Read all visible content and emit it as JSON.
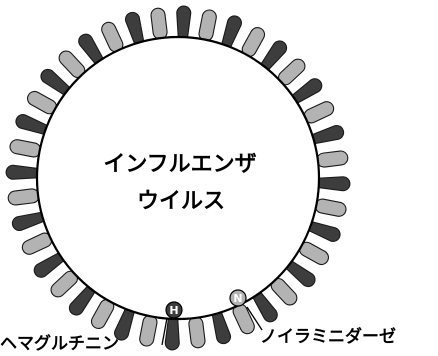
{
  "virus": {
    "title_line1": "インフルエンザ",
    "title_line2": "ウイルス"
  },
  "spikes": {
    "types": [
      "hemagglutinin-spike",
      "neuraminidase-spike"
    ],
    "colors": {
      "hemagglutinin": "#3d3d3d",
      "neuraminidase": "#b3b3b3",
      "outline": "#1a1a1a",
      "membrane": "#000000"
    }
  },
  "markers": [
    {
      "letter": "H",
      "fill": "#3d3d3d",
      "text_color": "#ffffff"
    },
    {
      "letter": "N",
      "fill": "#b3b3b3",
      "text_color": "#ffffff"
    }
  ],
  "labels": {
    "hemagglutinin": "ヘマグルチニン",
    "neuraminidase": "ノイラミニダーゼ"
  }
}
